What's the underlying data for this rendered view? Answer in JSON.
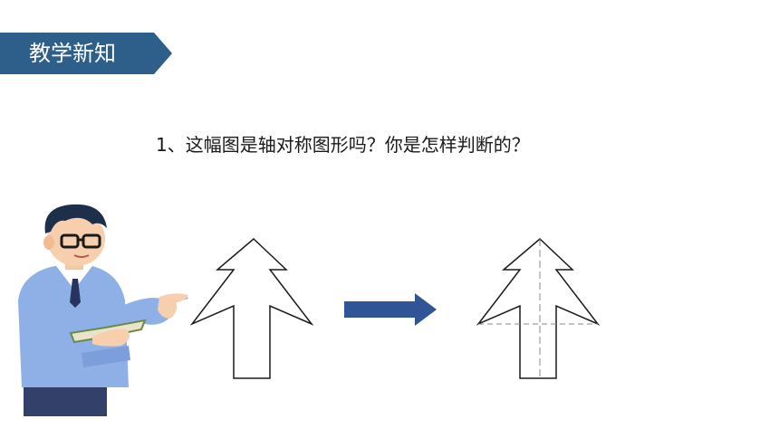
{
  "banner": {
    "title": "教学新知",
    "color": "#2e5f8a"
  },
  "question": {
    "text": "1、这幅图是轴对称图形吗？你是怎样判断的？"
  },
  "colors": {
    "arrow_fill": "#2f5597",
    "outline": "#1a1a1a",
    "dash": "#888888"
  },
  "icons": {
    "teacher": "teacher-illustration",
    "transform_arrow": "right-arrow-icon"
  }
}
